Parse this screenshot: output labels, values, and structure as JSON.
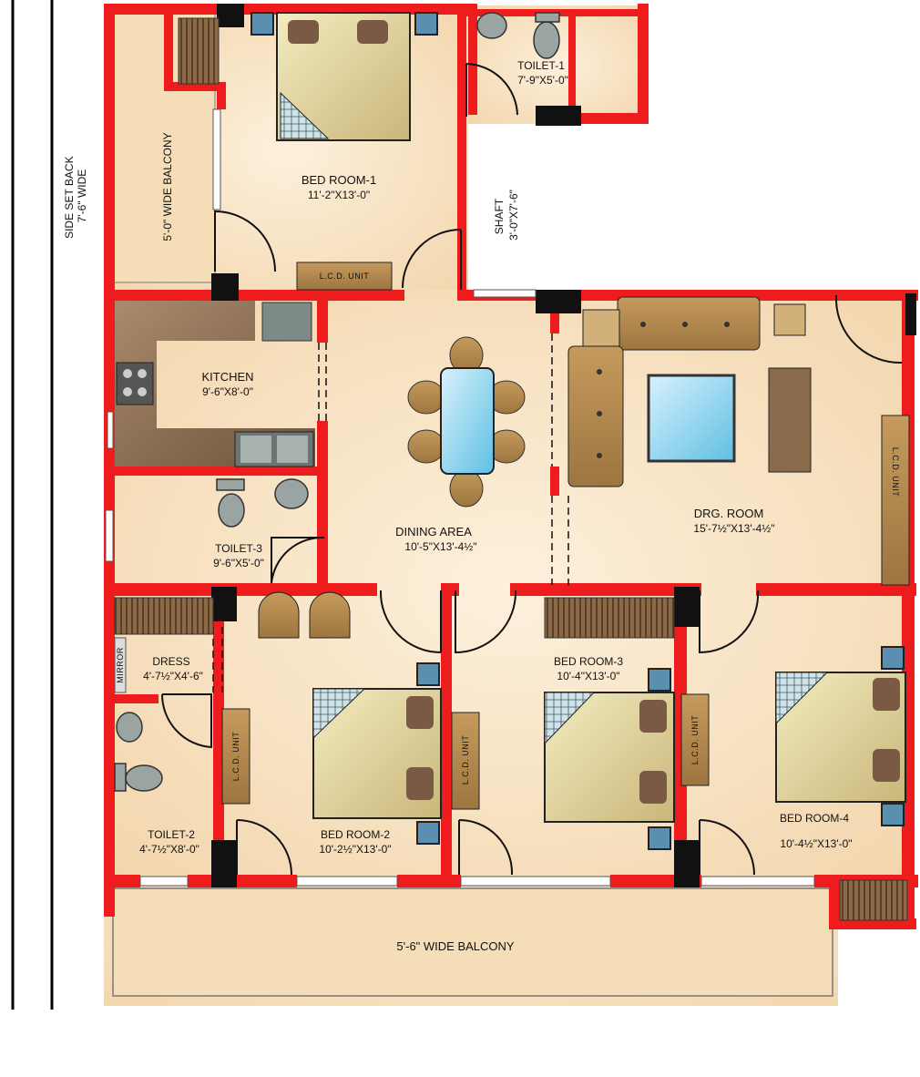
{
  "setback": {
    "line1": "SIDE SET BACK",
    "line2": "7'-6\" WIDE"
  },
  "rooms": {
    "bed1": {
      "name": "BED ROOM-1",
      "dim": "11'-2\"X13'-0\""
    },
    "toilet1": {
      "name": "TOILET-1",
      "dim": "7'-9\"X5'-0\""
    },
    "shaft": {
      "name": "SHAFT",
      "dim": "3'-0\"X7'-6\""
    },
    "kitchen": {
      "name": "KITCHEN",
      "dim": "9'-6\"X8'-0\""
    },
    "dining": {
      "name": "DINING AREA",
      "dim": "10'-5\"X13'-4½\""
    },
    "drawing": {
      "name": "DRG. ROOM",
      "dim": "15'-7½\"X13'-4½\""
    },
    "toilet3": {
      "name": "TOILET-3",
      "dim": "9'-6\"X5'-0\""
    },
    "dress": {
      "name": "DRESS",
      "dim": "4'-7½\"X4'-6\""
    },
    "toilet2": {
      "name": "TOILET-2",
      "dim": "4'-7½\"X8'-0\""
    },
    "bed2": {
      "name": "BED ROOM-2",
      "dim": "10'-2½\"X13'-0\""
    },
    "bed3": {
      "name": "BED ROOM-3",
      "dim": "10'-4\"X13'-0\""
    },
    "bed4": {
      "name": "BED ROOM-4",
      "dim": "10'-4½\"X13'-0\""
    }
  },
  "balconies": {
    "side": "5'-0\" WIDE BALCONY",
    "front": "5'-6\" WIDE BALCONY"
  },
  "fixtures": {
    "lcd": "L.C.D. UNIT",
    "mirror": "MIRROR"
  },
  "colors": {
    "wall": "#ee1c1c",
    "floor": "#f6dcb5",
    "column": "#111111",
    "furniture": "#c8a46a",
    "glass": "#6ec9ea"
  }
}
